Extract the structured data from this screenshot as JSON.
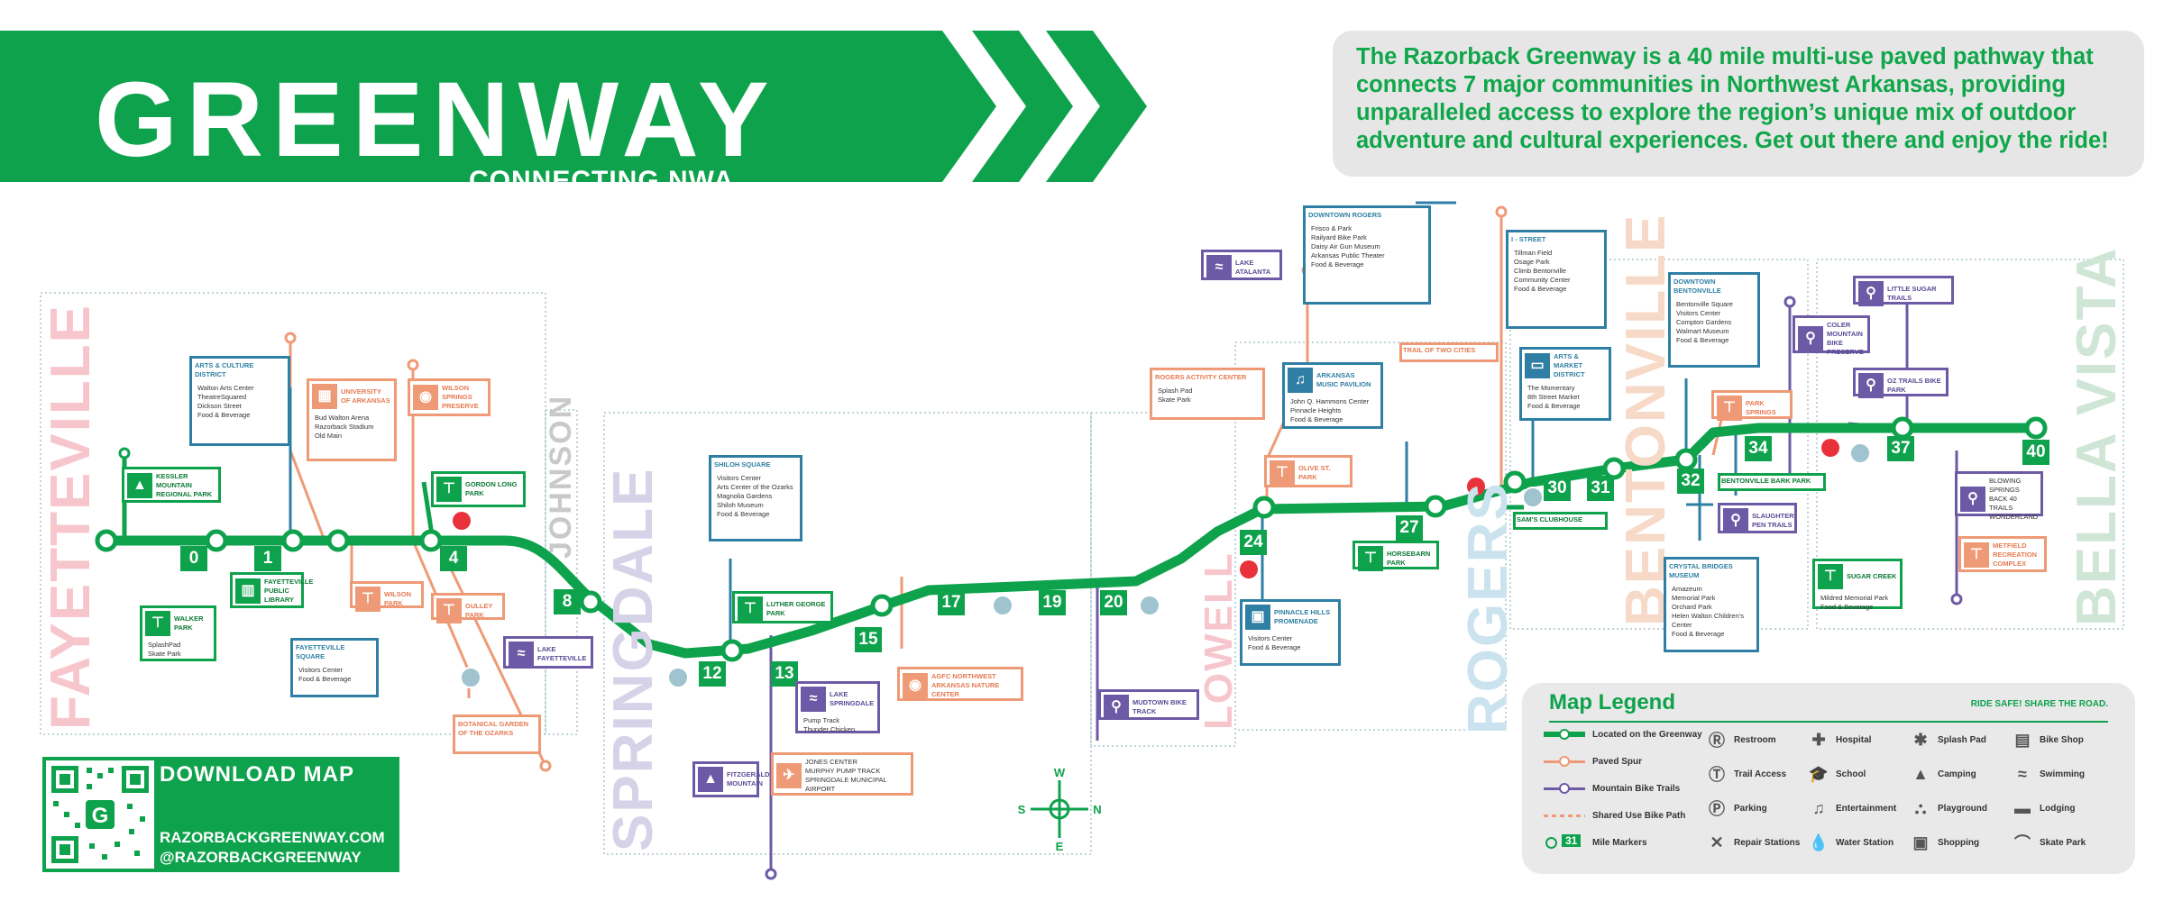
{
  "header": {
    "title": "GREENWAY",
    "subtitle": "CONNECTING NWA",
    "brand_color": "#0ea24c"
  },
  "intro": "The Razorback Greenway is a 40 mile multi-use paved pathway that connects 7 major communities in Northwest Arkansas, providing unparalleled access to explore the region’s unique mix of outdoor adventure and cultural experiences. Get out there and enjoy the ride!",
  "cities": [
    "FAYETTEVILLE",
    "JOHNSON",
    "SPRINGDALE",
    "LOWELL",
    "ROGERS",
    "BENTONVILLE",
    "BELLA VISTA"
  ],
  "mile_markers": [
    "0",
    "1",
    "4",
    "8",
    "12",
    "13",
    "15",
    "17",
    "19",
    "20",
    "24",
    "27",
    "30",
    "31",
    "32",
    "34",
    "37",
    "40"
  ],
  "callouts": {
    "arts_culture": {
      "title": "ARTS & CULTURE DISTRICT",
      "items": [
        "Walton Arts Center",
        "TheatreSquared",
        "Dickson Street",
        "Food & Beverage"
      ]
    },
    "uark": {
      "title": "UNIVERSITY OF ARKANSAS",
      "items": [
        "Bud Walton Arena",
        "Razorback Stadium",
        "Old Main"
      ]
    },
    "wilson_springs": {
      "title": "WILSON SPRINGS PRESERVE"
    },
    "kessler": {
      "title": "KESSLER MOUNTAIN REGIONAL PARK"
    },
    "gordon_long": {
      "title": "GORDON LONG PARK"
    },
    "walker": {
      "title": "WALKER PARK",
      "items": [
        "SplashPad",
        "Skate Park"
      ]
    },
    "library": {
      "title": "FAYETTEVILLE PUBLIC LIBRARY"
    },
    "wilson_park": {
      "title": "WILSON PARK"
    },
    "gulley": {
      "title": "GULLEY PARK"
    },
    "fay_square": {
      "title": "FAYETTEVILLE SQUARE",
      "items": [
        "Visitors Center",
        "Food & Beverage"
      ]
    },
    "lake_fay": {
      "title": "LAKE FAYETTEVILLE"
    },
    "botanical": {
      "title": "BOTANICAL GARDEN OF THE OZARKS"
    },
    "shiloh": {
      "title": "SHILOH SQUARE",
      "items": [
        "Visitors Center",
        "Arts Center of the Ozarks",
        "Magnolia Gardens",
        "Shiloh Museum",
        "Food & Beverage"
      ]
    },
    "luther": {
      "title": "LUTHER GEORGE PARK"
    },
    "lake_spr": {
      "title": "LAKE SPRINGDALE",
      "items": [
        "Pump Track",
        "Thunder Chicken"
      ]
    },
    "fitzgerald": {
      "title": "FITZGERALD MOUNTAIN"
    },
    "jones": {
      "title": "",
      "items": [
        "JONES CENTER",
        "MURPHY PUMP TRACK",
        "SPRINGDALE MUNICIPAL AIRPORT"
      ]
    },
    "nature": {
      "title": "AGFC NORTHWEST ARKANSAS NATURE CENTER"
    },
    "mudtown": {
      "title": "MUDTOWN BIKE TRACK"
    },
    "lake_atalanta": {
      "title": "LAKE ATALANTA"
    },
    "downtown_rogers": {
      "title": "DOWNTOWN ROGERS",
      "items": [
        "Frisco & Park",
        "Railyard Bike Park",
        "Daisy Air Gun Museum",
        "Arkansas Public Theater",
        "Food & Beverage"
      ]
    },
    "rogers_activity": {
      "title": "ROGERS ACTIVITY CENTER",
      "items": [
        "Splash Pad",
        "Skate Park"
      ]
    },
    "music_pavilion": {
      "title": "ARKANSAS MUSIC PAVILION",
      "items": [
        "John Q. Hammons Center",
        "Pinnacle Heights",
        "Food & Beverage"
      ]
    },
    "olive": {
      "title": "OLIVE ST. PARK"
    },
    "pinnacle": {
      "title": "PINNACLE HILLS PROMENADE",
      "items": [
        "Visitors Center",
        "Food & Beverage"
      ]
    },
    "horsebarn": {
      "title": "HORSEBARN PARK"
    },
    "two_cities": {
      "title": "TRAIL OF TWO CITIES"
    },
    "i_street": {
      "title": "I - STREET",
      "items": [
        "Tillman Field",
        "Osage Park",
        "Climb Bentonville",
        "Community Center",
        "Food & Beverage"
      ]
    },
    "arts_market": {
      "title": "ARTS & MARKET DISTRICT",
      "items": [
        "The Momentary",
        "8th Street Market",
        "Food & Beverage"
      ]
    },
    "sams": {
      "title": "SAM'S CLUBHOUSE"
    },
    "downtown_bv": {
      "title": "DOWNTOWN BENTONVILLE",
      "items": [
        "Bentonville Square",
        "Visitors Center",
        "Compton Gardens",
        "Walmart Museum",
        "Food & Beverage"
      ]
    },
    "park_springs": {
      "title": "PARK SPRINGS"
    },
    "bentonville_bark": {
      "title": "BENTONVILLE BARK PARK"
    },
    "slaughter": {
      "title": "SLAUGHTER PEN TRAILS"
    },
    "crystal": {
      "title": "CRYSTAL BRIDGES MUSEUM",
      "items": [
        "Amazeum",
        "Memorial Park",
        "Orchard Park",
        "Helen Walton Children's Center",
        "Food & Beverage"
      ]
    },
    "little_sugar": {
      "title": "LITTLE SUGAR TRAILS"
    },
    "coler": {
      "title": "COLER MOUNTAIN BIKE PRESERVE"
    },
    "oz_trails": {
      "title": "OZ TRAILS BIKE PARK"
    },
    "blowing": {
      "title": "",
      "items": [
        "BLOWING SPRINGS",
        "BACK 40 TRAILS",
        "WONDERLAND"
      ]
    },
    "sugar_creek": {
      "title": "SUGAR CREEK",
      "items": [
        "Mildred Memorial Park",
        "Food & Beverage"
      ]
    },
    "metfield": {
      "title": "METFIELD RECREATION COMPLEX"
    }
  },
  "download": {
    "title": "DOWNLOAD MAP",
    "site": "RAZORBACKGREENWAY.COM",
    "handle": "@RAZORBACKGREENWAY"
  },
  "compass": {
    "w": "W",
    "s": "S",
    "n": "N",
    "e": "E"
  },
  "legend": {
    "title": "Map Legend",
    "tagline": "RIDE SAFE! SHARE THE ROAD.",
    "lines": [
      {
        "label": "Located on the Greenway",
        "color": "#0ea24c"
      },
      {
        "label": "Paved Spur",
        "color": "#ef9a76"
      },
      {
        "label": "Mountain Bike Trails",
        "color": "#6d5aa6"
      },
      {
        "label": "Shared Use Bike Path",
        "color": "#ef9a76"
      },
      {
        "label": "Mile Markers",
        "color": "#0ea24c",
        "sample": "31"
      }
    ],
    "icons": [
      {
        "label": "Restroom",
        "icon": "restroom-icon",
        "glyph": "Ⓡ"
      },
      {
        "label": "Trail Access",
        "icon": "trail-access-icon",
        "glyph": "Ⓣ"
      },
      {
        "label": "Parking",
        "icon": "parking-icon",
        "glyph": "Ⓟ"
      },
      {
        "label": "Repair Stations",
        "icon": "repair-icon",
        "glyph": "✕"
      },
      {
        "label": "Hospital",
        "icon": "hospital-icon",
        "glyph": "✚"
      },
      {
        "label": "School",
        "icon": "school-icon",
        "glyph": "🎓"
      },
      {
        "label": "Entertainment",
        "icon": "entertainment-icon",
        "glyph": "♫"
      },
      {
        "label": "Water Station",
        "icon": "water-icon",
        "glyph": "💧"
      },
      {
        "label": "Splash Pad",
        "icon": "splash-pad-icon",
        "glyph": "✱"
      },
      {
        "label": "Camping",
        "icon": "camping-icon",
        "glyph": "▲"
      },
      {
        "label": "Playground",
        "icon": "playground-icon",
        "glyph": "⛬"
      },
      {
        "label": "Shopping",
        "icon": "shopping-icon",
        "glyph": "▣"
      },
      {
        "label": "Bike Shop",
        "icon": "bike-shop-icon",
        "glyph": "▤"
      },
      {
        "label": "Swimming",
        "icon": "swimming-icon",
        "glyph": "≈"
      },
      {
        "label": "Lodging",
        "icon": "lodging-icon",
        "glyph": "▬"
      },
      {
        "label": "Skate Park",
        "icon": "skate-park-icon",
        "glyph": "⌒"
      }
    ]
  }
}
